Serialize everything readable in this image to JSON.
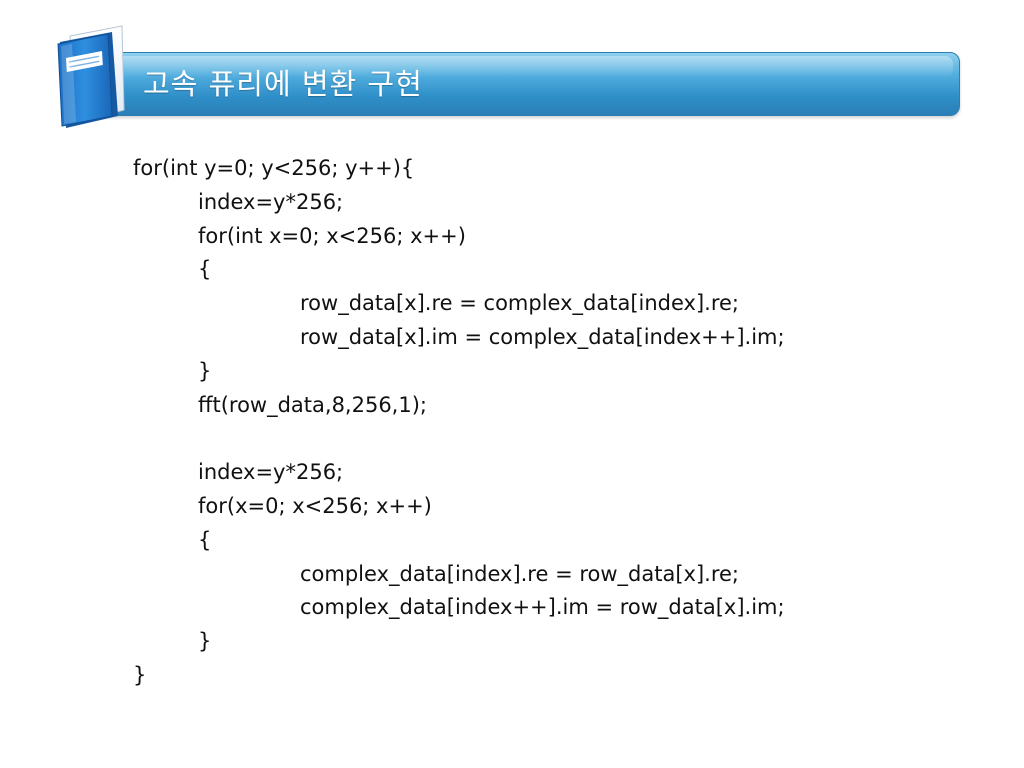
{
  "slide": {
    "title": "고속 퓨리에 변환 구현",
    "accent_color": "#3a9bd6",
    "icon": "book-icon"
  },
  "code": {
    "lines": [
      {
        "indent": 0,
        "text": "for(int y=0; y<256; y++){"
      },
      {
        "indent": 1,
        "text": "index=y*256;"
      },
      {
        "indent": 1,
        "text": "for(int x=0; x<256; x++)"
      },
      {
        "indent": 1,
        "text": "{"
      },
      {
        "indent": 2,
        "text": "row_data[x].re = complex_data[index].re;"
      },
      {
        "indent": 2,
        "text": "row_data[x].im = complex_data[index++].im;"
      },
      {
        "indent": 1,
        "text": "}"
      },
      {
        "indent": 1,
        "text": "fft(row_data,8,256,1);"
      },
      {
        "indent": 0,
        "text": ""
      },
      {
        "indent": 1,
        "text": "index=y*256;"
      },
      {
        "indent": 1,
        "text": "for(x=0; x<256; x++)"
      },
      {
        "indent": 1,
        "text": "{"
      },
      {
        "indent": 2,
        "text": "complex_data[index].re = row_data[x].re;"
      },
      {
        "indent": 2,
        "text": "complex_data[index++].im = row_data[x].im;"
      },
      {
        "indent": 1,
        "text": "}"
      },
      {
        "indent": 0,
        "text": "}"
      }
    ]
  }
}
